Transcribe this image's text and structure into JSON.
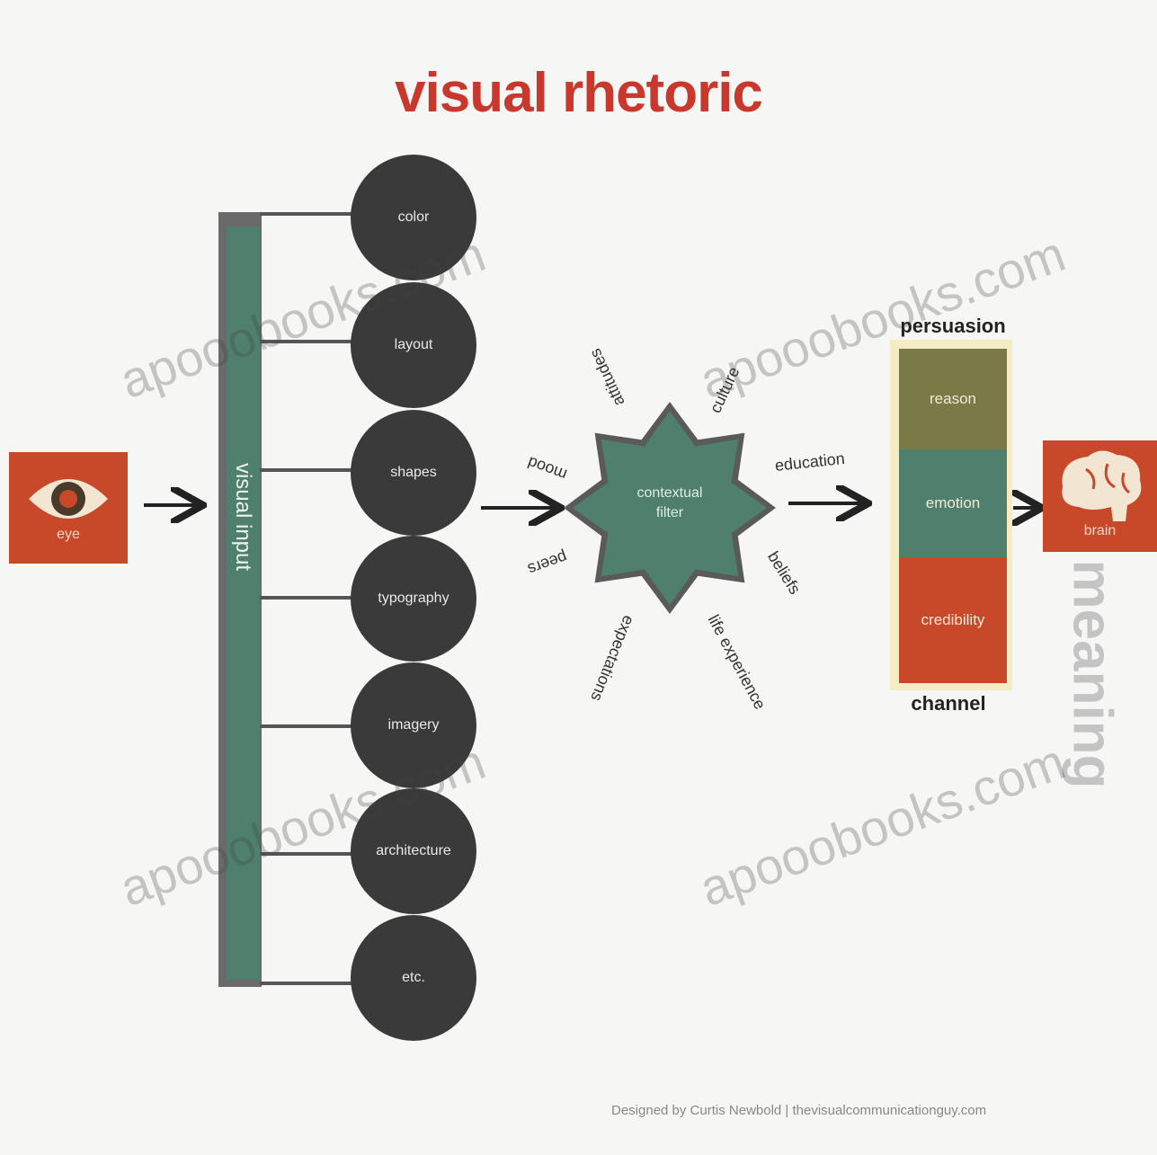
{
  "title": "visual rhetoric",
  "eye": {
    "label": "eye"
  },
  "visual_input": {
    "label": "visual input"
  },
  "inputs": [
    "color",
    "layout",
    "shapes",
    "typography",
    "imagery",
    "architecture",
    "etc."
  ],
  "filter": {
    "label_line1": "contextual",
    "label_line2": "filter",
    "factors": [
      "attitudes",
      "culture",
      "education",
      "mood",
      "beliefs",
      "life experience",
      "expectations",
      "peers"
    ]
  },
  "persuasion_header": "persuasion",
  "channel_footer": "channel",
  "channels": [
    "reason",
    "emotion",
    "credibility"
  ],
  "brain": {
    "label": "brain"
  },
  "meaning": "meaning",
  "credit": "Designed by Curtis Newbold | thevisualcommunicationguy.com",
  "watermark": "apooobooks.com",
  "colors": {
    "title": "#c8382c",
    "accent_red": "#c8482a",
    "teal": "#4f7f6d",
    "olive": "#7a7a46",
    "dark_circle": "#3b3a3a"
  }
}
